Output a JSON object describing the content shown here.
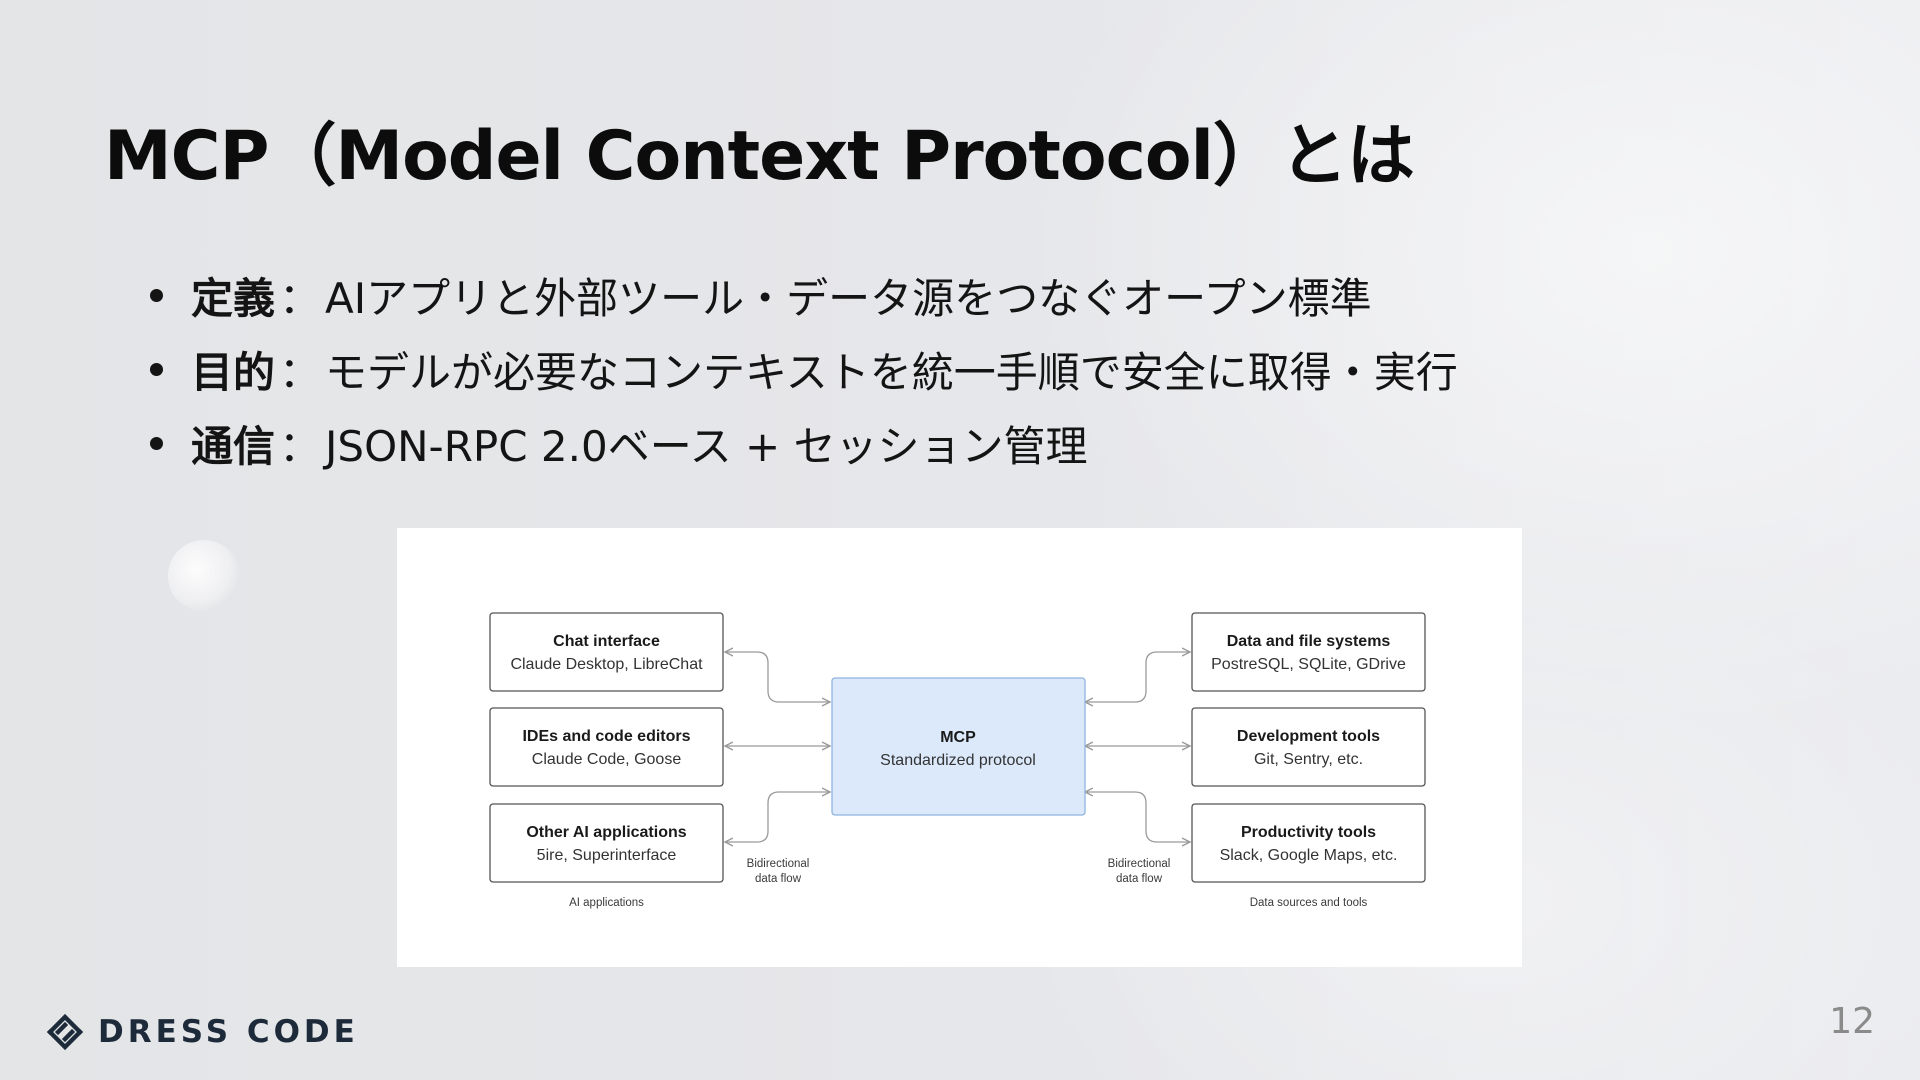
{
  "slide": {
    "title": "MCP（Model Context Protocol）とは",
    "page_number": "12",
    "bullets": [
      {
        "term": "定義",
        "sep": "：",
        "text": "AIアプリと外部ツール・データ源をつなぐオープン標準"
      },
      {
        "term": "目的",
        "sep": "：",
        "text": "モデルが必要なコンテキストを統一手順で安全に取得・実行"
      },
      {
        "term": "通信",
        "sep": "：",
        "text": "JSON-RPC 2.0ベース + セッション管理"
      }
    ]
  },
  "diagram": {
    "center": {
      "title": "MCP",
      "subtitle": "Standardized protocol"
    },
    "left_nodes": [
      {
        "title": "Chat interface",
        "subtitle": "Claude Desktop, LibreChat"
      },
      {
        "title": "IDEs and code editors",
        "subtitle": "Claude Code, Goose"
      },
      {
        "title": "Other AI applications",
        "subtitle": "5ire, Superinterface"
      }
    ],
    "right_nodes": [
      {
        "title": "Data and file systems",
        "subtitle": "PostreSQL, SQLite, GDrive"
      },
      {
        "title": "Development tools",
        "subtitle": "Git, Sentry, etc."
      },
      {
        "title": "Productivity tools",
        "subtitle": "Slack, Google Maps, etc."
      }
    ],
    "left_group_label": "AI applications",
    "right_group_label": "Data sources and tools",
    "flow_label_line1": "Bidirectional",
    "flow_label_line2": "data flow",
    "colors": {
      "center_fill": "#dbe9fb",
      "center_stroke": "#8fb3e0",
      "node_stroke": "#555555",
      "arrow": "#9a9a9a"
    }
  },
  "brand": {
    "logo_text": "DRESS CODE",
    "logo_icon": "dresscode-mark-icon",
    "logo_color": "#1d2a3a"
  }
}
